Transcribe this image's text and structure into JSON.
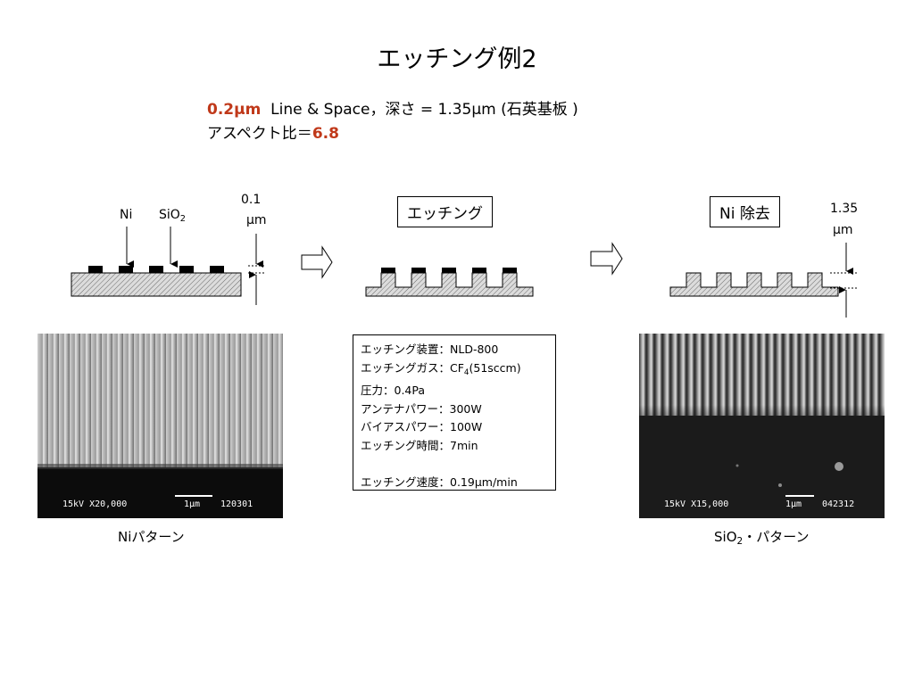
{
  "title": "エッチング例2",
  "subtitle": {
    "line1_highlight": "0.2μm",
    "line1_rest": "Line & Space，深さ = 1.35μm (石英基板 )",
    "line2_prefix": "アスペクト比＝",
    "line2_value": "6.8"
  },
  "step1": {
    "label_ni": "Ni",
    "label_sio2_base": "SiO",
    "label_sio2_sub": "2",
    "thickness_value": "0.1",
    "thickness_unit": "μm"
  },
  "step2": {
    "label": "エッチング"
  },
  "step3": {
    "label": "Ni 除去",
    "depth_value": "1.35",
    "depth_unit": "μm"
  },
  "spec": {
    "equipment": "エッチング装置：NLD-800",
    "gas_prefix": "エッチングガス：CF",
    "gas_sub": "4",
    "gas_suffix": "(51sccm)",
    "pressure": "圧力：0.4Pa",
    "antenna": "アンテナパワー：300W",
    "bias": "バイアスパワー：100W",
    "time": "エッチング時間：7min",
    "rate": "エッチング速度：0.19μm/min"
  },
  "sem_left": {
    "info": "15kV X20,000",
    "scale": "1μm",
    "id": "120301",
    "caption": "Niパターン"
  },
  "sem_right": {
    "info": "15kV X15,000",
    "scale": "1μm",
    "id": "042312",
    "caption_base": "SiO",
    "caption_sub": "2",
    "caption_suffix": "・パターン"
  },
  "colors": {
    "accent": "#c0391a",
    "substrate_fill": "#d9d9d9",
    "mask_fill": "#000000"
  }
}
